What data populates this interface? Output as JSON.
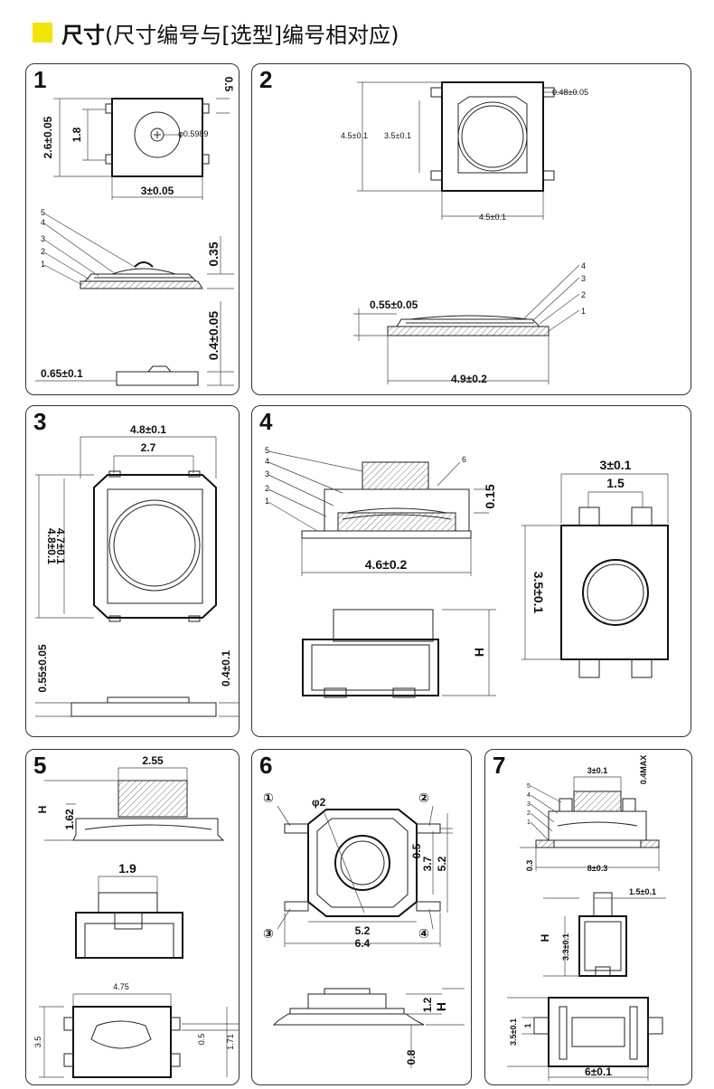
{
  "header": {
    "title": "尺寸",
    "subtitle": "(尺寸编号与[选型]编号相对应)"
  },
  "panels": [
    {
      "number": "1",
      "labels": {
        "top_side": "0.5",
        "height": "2.6±0.05",
        "inner": "1.8",
        "dia": "φ0.5989",
        "width": "3±0.05",
        "thick": "0.35",
        "h": "0.4±0.05",
        "foot": "0.65±0.1",
        "layers": [
          "5",
          "4",
          "3",
          "2",
          "1"
        ]
      }
    },
    {
      "number": "2",
      "labels": {
        "pin": "0.48±0.05",
        "outer_h": "4.5±0.1",
        "inner_h": "3.5±0.1",
        "width": "4.5±0.1",
        "thick": "0.55±0.05",
        "base": "4.9±0.2",
        "layers": [
          "4",
          "3",
          "2",
          "1"
        ]
      }
    },
    {
      "number": "3",
      "labels": {
        "width": "4.8±0.1",
        "pin_span": "2.7",
        "outer_h": "4.8±0.1",
        "inner_h": "4.7±0.1",
        "side_h": "0.55±0.05",
        "thick": "0.4±0.1"
      }
    },
    {
      "number": "4",
      "labels": {
        "layers": [
          "5",
          "4",
          "3",
          "2",
          "1"
        ],
        "layer6": "6",
        "cap": "0.15",
        "base": "4.6±0.2",
        "width": "3±0.1",
        "pin_span": "1.5",
        "height": "3.5±0.1",
        "h": "H"
      }
    },
    {
      "number": "5",
      "labels": {
        "top": "2.55",
        "h": "H",
        "h2": "1.62",
        "mid": "1.9",
        "base": "4.75",
        "side": "3.5",
        "pin": "0.5",
        "right": "1.71"
      }
    },
    {
      "number": "6",
      "labels": {
        "c1": "①",
        "c2": "②",
        "c3": "③",
        "c4": "④",
        "dia": "φ2",
        "pin": "0.5",
        "inner_h": "3.7",
        "outer_h": "5.2",
        "inner_w": "5.2",
        "outer_w": "6.4",
        "cap": "1.2",
        "h": "H",
        "base": "0.8"
      }
    },
    {
      "number": "7",
      "labels": {
        "cap": "3±0.1",
        "max": "0.4MAX",
        "layers": [
          "5",
          "4",
          "3",
          "2",
          "1"
        ],
        "foot": "0.3",
        "base": "8±0.3",
        "stem": "1.5±0.1",
        "h": "H",
        "stem_h": "3.3±0.1",
        "side": "3.5±0.1",
        "one": "1",
        "width": "6±0.1"
      }
    }
  ]
}
